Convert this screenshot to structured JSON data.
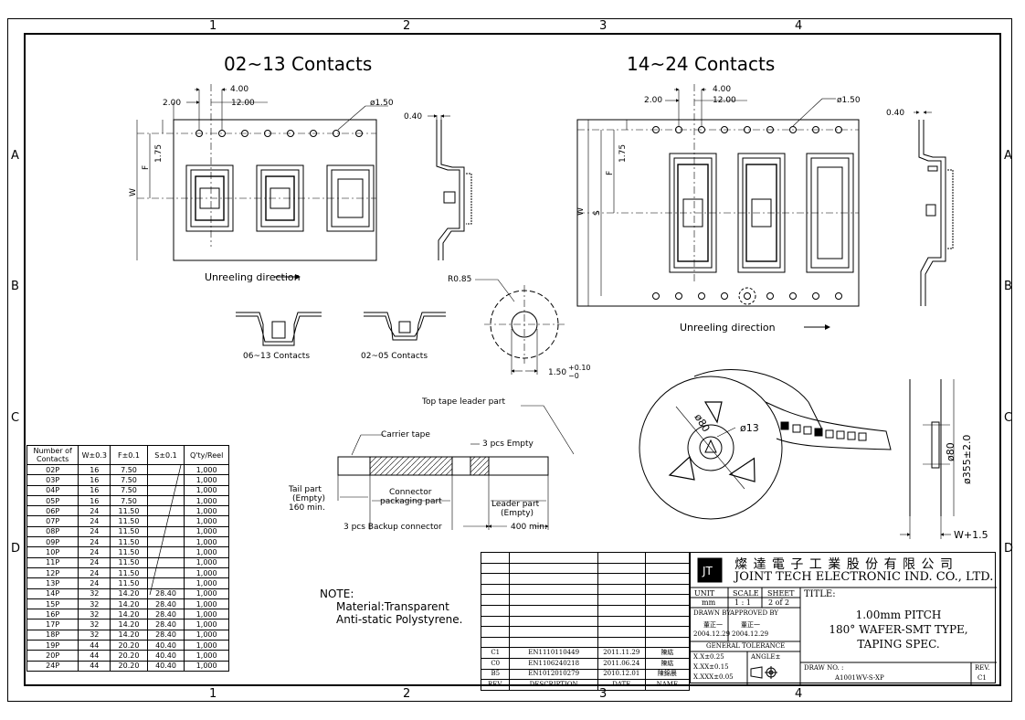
{
  "zones": {
    "top": [
      "1",
      "2",
      "3",
      "4"
    ],
    "bottom": [
      "1",
      "2",
      "3",
      "4"
    ],
    "left": [
      "A",
      "B",
      "C",
      "D"
    ],
    "right": [
      "A",
      "B",
      "C",
      "D"
    ]
  },
  "views": {
    "left_title": "02~13 Contacts",
    "right_title": "14~24 Contacts",
    "dims": {
      "d400": "4.00",
      "d200": "2.00",
      "d1200": "12.00",
      "hole": "ø1.50",
      "t040": "0.40",
      "d175": "1.75",
      "F": "F",
      "W": "W",
      "S": "S",
      "r085": "R0.85",
      "d150": "1.50",
      "tol_up": "+0.10",
      "tol_dn": "−0"
    },
    "unreel": "Unreeling direction",
    "pocket_a": "06~13 Contacts",
    "pocket_b": "02~05 Contacts"
  },
  "reel": {
    "d80": "ø80",
    "d13": "ø13",
    "d80b": "ø80",
    "d355": "ø355±2.0",
    "w15": "W+1.5"
  },
  "tape": {
    "top_leader": "Top tape leader part",
    "carrier": "Carrier tape",
    "empty3": "3 pcs Empty",
    "tail": [
      "Tail part",
      "(Empty)",
      "160 min."
    ],
    "connector": [
      "Connector",
      "packaging part"
    ],
    "leader": [
      "Leader part",
      "(Empty)"
    ],
    "backup": "3 pcs Backup connector",
    "min400": "400 min."
  },
  "spec_table": {
    "headers": [
      "Number of Contacts",
      "W±0.3",
      "F±0.1",
      "S±0.1",
      "Q'ty/Reel"
    ],
    "rows": [
      [
        "02P",
        "16",
        "7.50",
        "",
        "1,000"
      ],
      [
        "03P",
        "16",
        "7.50",
        "",
        "1,000"
      ],
      [
        "04P",
        "16",
        "7.50",
        "",
        "1,000"
      ],
      [
        "05P",
        "16",
        "7.50",
        "",
        "1,000"
      ],
      [
        "06P",
        "24",
        "11.50",
        "",
        "1,000"
      ],
      [
        "07P",
        "24",
        "11.50",
        "",
        "1,000"
      ],
      [
        "08P",
        "24",
        "11.50",
        "",
        "1,000"
      ],
      [
        "09P",
        "24",
        "11.50",
        "",
        "1,000"
      ],
      [
        "10P",
        "24",
        "11.50",
        "",
        "1,000"
      ],
      [
        "11P",
        "24",
        "11.50",
        "",
        "1,000"
      ],
      [
        "12P",
        "24",
        "11.50",
        "",
        "1,000"
      ],
      [
        "13P",
        "24",
        "11.50",
        "",
        "1,000"
      ],
      [
        "14P",
        "32",
        "14.20",
        "28.40",
        "1,000"
      ],
      [
        "15P",
        "32",
        "14.20",
        "28.40",
        "1,000"
      ],
      [
        "16P",
        "32",
        "14.20",
        "28.40",
        "1,000"
      ],
      [
        "17P",
        "32",
        "14.20",
        "28.40",
        "1,000"
      ],
      [
        "18P",
        "32",
        "14.20",
        "28.40",
        "1,000"
      ],
      [
        "19P",
        "44",
        "20.20",
        "40.40",
        "1,000"
      ],
      [
        "20P",
        "44",
        "20.20",
        "40.40",
        "1,000"
      ],
      [
        "24P",
        "44",
        "20.20",
        "40.40",
        "1,000"
      ]
    ]
  },
  "note": {
    "title": "NOTE:",
    "line1": "Material:Transparent",
    "line2": "Anti-static Polystyrene."
  },
  "revisions": {
    "rows": [
      [
        "C1",
        "EN1110110449",
        "2011.11.29",
        "陳紘"
      ],
      [
        "C0",
        "EN1106240218",
        "2011.06.24",
        "陳紘"
      ],
      [
        "B5",
        "EN1012010279",
        "2010.12.01",
        "陳錦晨"
      ]
    ],
    "header": [
      "REV.",
      "DESCRIPTION",
      "DATE",
      "NAME"
    ]
  },
  "title_block": {
    "company_cn": "燦 達 電 子 工 業 股 份 有 限 公 司",
    "company_en": "JOINT TECH ELECTRONIC IND. CO., LTD.",
    "unit_label": "UNIT",
    "unit": "mm",
    "scale_label": "SCALE",
    "scale": "1 : 1",
    "sheet_label": "SHEET",
    "sheet": "2 of 2",
    "drawn_label": "DRAWN BY",
    "drawn_name": "董正一",
    "drawn_date": "2004.12.29",
    "approved_label": "APPROVED BY",
    "approved_name": "董正一",
    "approved_date": "2004.12.29",
    "tol_label": "GENERAL TOLERANCE",
    "tol1": "X.X±0.25",
    "tol2": "X.XX±0.15",
    "tol3": "X.XXX±0.05",
    "angle": "ANGLE±",
    "title_label": "TITLE:",
    "title1": "1.00mm PITCH",
    "title2": "180° WAFER-SMT TYPE,",
    "title3": "TAPING SPEC.",
    "drawno_label": "DRAW NO. :",
    "drawno": "A1001WV-S-XP",
    "rev_label": "REV.",
    "rev": "C1"
  }
}
